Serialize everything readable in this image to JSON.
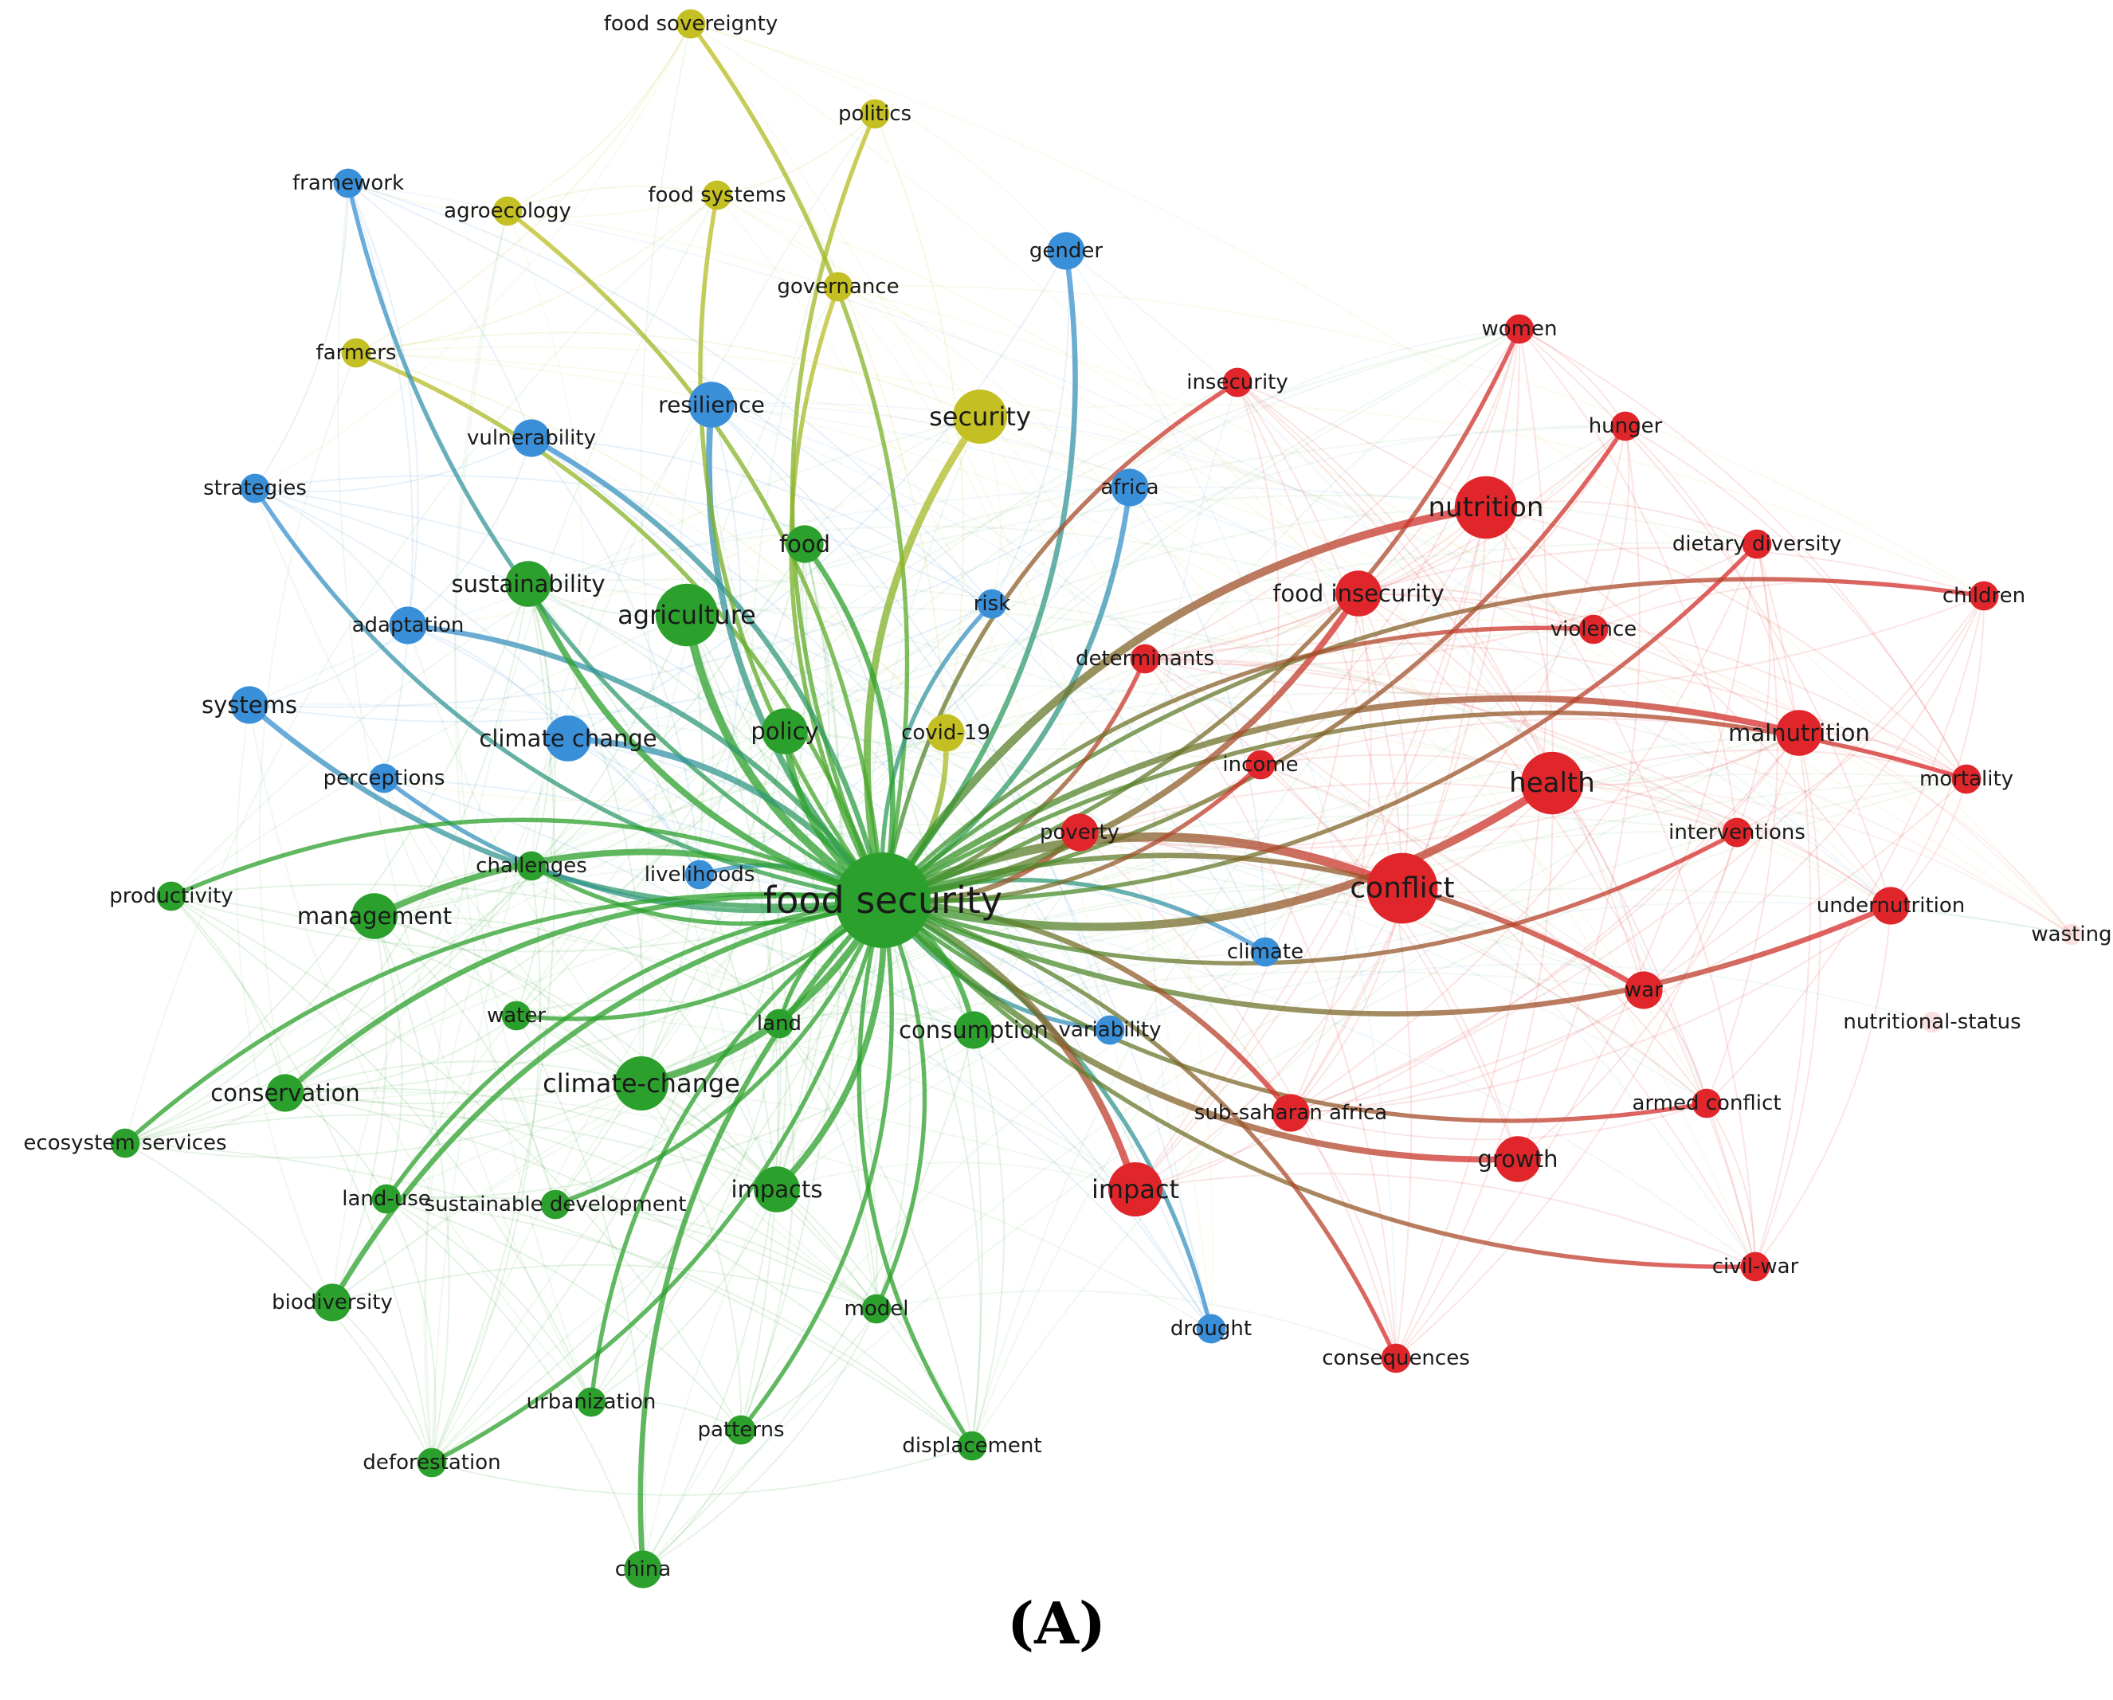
{
  "figure": {
    "panel_label": "(A)",
    "cluster_colors": {
      "green": "#2ca02c",
      "red": "#e0262b",
      "blue": "#3a8fd9",
      "yellow": "#c4bf22",
      "faded": "#f2a7a7"
    },
    "nodes": [
      {
        "id": "food_security",
        "label": "food security",
        "cluster": "green",
        "weight": 10
      },
      {
        "id": "agriculture",
        "label": "agriculture",
        "cluster": "green",
        "weight": 6
      },
      {
        "id": "sustainability",
        "label": "sustainability",
        "cluster": "green",
        "weight": 4
      },
      {
        "id": "food",
        "label": "food",
        "cluster": "green",
        "weight": 3
      },
      {
        "id": "policy",
        "label": "policy",
        "cluster": "green",
        "weight": 4
      },
      {
        "id": "management",
        "label": "management",
        "cluster": "green",
        "weight": 4
      },
      {
        "id": "challenges",
        "label": "challenges",
        "cluster": "green",
        "weight": 2
      },
      {
        "id": "productivity",
        "label": "productivity",
        "cluster": "green",
        "weight": 2
      },
      {
        "id": "water",
        "label": "water",
        "cluster": "green",
        "weight": 2
      },
      {
        "id": "land",
        "label": "land",
        "cluster": "green",
        "weight": 2
      },
      {
        "id": "consumption",
        "label": "consumption",
        "cluster": "green",
        "weight": 3
      },
      {
        "id": "conservation",
        "label": "conservation",
        "cluster": "green",
        "weight": 3
      },
      {
        "id": "climate_change_h",
        "label": "climate-change",
        "cluster": "green",
        "weight": 5
      },
      {
        "id": "ecosystem_services",
        "label": "ecosystem services",
        "cluster": "green",
        "weight": 2
      },
      {
        "id": "impacts",
        "label": "impacts",
        "cluster": "green",
        "weight": 4
      },
      {
        "id": "land_use",
        "label": "land-use",
        "cluster": "green",
        "weight": 2
      },
      {
        "id": "sustainable_development",
        "label": "sustainable development",
        "cluster": "green",
        "weight": 2
      },
      {
        "id": "biodiversity",
        "label": "biodiversity",
        "cluster": "green",
        "weight": 3
      },
      {
        "id": "model",
        "label": "model",
        "cluster": "green",
        "weight": 2
      },
      {
        "id": "urbanization",
        "label": "urbanization",
        "cluster": "green",
        "weight": 2
      },
      {
        "id": "patterns",
        "label": "patterns",
        "cluster": "green",
        "weight": 2
      },
      {
        "id": "displacement",
        "label": "displacement",
        "cluster": "green",
        "weight": 2
      },
      {
        "id": "deforestation",
        "label": "deforestation",
        "cluster": "green",
        "weight": 2
      },
      {
        "id": "china",
        "label": "china",
        "cluster": "green",
        "weight": 3
      },
      {
        "id": "food_sovereignty",
        "label": "food sovereignty",
        "cluster": "yellow",
        "weight": 2
      },
      {
        "id": "politics",
        "label": "politics",
        "cluster": "yellow",
        "weight": 2
      },
      {
        "id": "agroecology",
        "label": "agroecology",
        "cluster": "yellow",
        "weight": 2
      },
      {
        "id": "food_systems",
        "label": "food systems",
        "cluster": "yellow",
        "weight": 2
      },
      {
        "id": "governance",
        "label": "governance",
        "cluster": "yellow",
        "weight": 2
      },
      {
        "id": "farmers",
        "label": "farmers",
        "cluster": "yellow",
        "weight": 2
      },
      {
        "id": "security",
        "label": "security",
        "cluster": "yellow",
        "weight": 5
      },
      {
        "id": "covid19",
        "label": "covid-19",
        "cluster": "yellow",
        "weight": 3
      },
      {
        "id": "framework",
        "label": "framework",
        "cluster": "blue",
        "weight": 2
      },
      {
        "id": "gender",
        "label": "gender",
        "cluster": "blue",
        "weight": 3
      },
      {
        "id": "resilience",
        "label": "resilience",
        "cluster": "blue",
        "weight": 4
      },
      {
        "id": "vulnerability",
        "label": "vulnerability",
        "cluster": "blue",
        "weight": 3
      },
      {
        "id": "strategies",
        "label": "strategies",
        "cluster": "blue",
        "weight": 2
      },
      {
        "id": "africa",
        "label": "africa",
        "cluster": "blue",
        "weight": 3
      },
      {
        "id": "risk",
        "label": "risk",
        "cluster": "blue",
        "weight": 2
      },
      {
        "id": "adaptation",
        "label": "adaptation",
        "cluster": "blue",
        "weight": 3
      },
      {
        "id": "systems",
        "label": "systems",
        "cluster": "blue",
        "weight": 3
      },
      {
        "id": "climate_change",
        "label": "climate change",
        "cluster": "blue",
        "weight": 4
      },
      {
        "id": "perceptions",
        "label": "perceptions",
        "cluster": "blue",
        "weight": 2
      },
      {
        "id": "livelihoods",
        "label": "livelihoods",
        "cluster": "blue",
        "weight": 2
      },
      {
        "id": "climate",
        "label": "climate",
        "cluster": "blue",
        "weight": 2
      },
      {
        "id": "variability",
        "label": "variability",
        "cluster": "blue",
        "weight": 2
      },
      {
        "id": "drought",
        "label": "drought",
        "cluster": "blue",
        "weight": 2
      },
      {
        "id": "women",
        "label": "women",
        "cluster": "red",
        "weight": 2
      },
      {
        "id": "insecurity",
        "label": "insecurity",
        "cluster": "red",
        "weight": 2
      },
      {
        "id": "hunger",
        "label": "hunger",
        "cluster": "red",
        "weight": 2
      },
      {
        "id": "nutrition",
        "label": "nutrition",
        "cluster": "red",
        "weight": 6
      },
      {
        "id": "dietary_diversity",
        "label": "dietary diversity",
        "cluster": "red",
        "weight": 2
      },
      {
        "id": "food_insecurity",
        "label": "food insecurity",
        "cluster": "red",
        "weight": 4
      },
      {
        "id": "violence",
        "label": "violence",
        "cluster": "red",
        "weight": 2
      },
      {
        "id": "children",
        "label": "children",
        "cluster": "red",
        "weight": 2
      },
      {
        "id": "determinants",
        "label": "determinants",
        "cluster": "red",
        "weight": 2
      },
      {
        "id": "malnutrition",
        "label": "malnutrition",
        "cluster": "red",
        "weight": 4
      },
      {
        "id": "income",
        "label": "income",
        "cluster": "red",
        "weight": 2
      },
      {
        "id": "health",
        "label": "health",
        "cluster": "red",
        "weight": 6
      },
      {
        "id": "mortality",
        "label": "mortality",
        "cluster": "red",
        "weight": 2
      },
      {
        "id": "poverty",
        "label": "poverty",
        "cluster": "red",
        "weight": 3
      },
      {
        "id": "interventions",
        "label": "interventions",
        "cluster": "red",
        "weight": 2
      },
      {
        "id": "conflict",
        "label": "conflict",
        "cluster": "red",
        "weight": 7
      },
      {
        "id": "undernutrition",
        "label": "undernutrition",
        "cluster": "red",
        "weight": 3
      },
      {
        "id": "wasting",
        "label": "wasting",
        "cluster": "faded",
        "weight": 1
      },
      {
        "id": "nutritional_status",
        "label": "nutritional-status",
        "cluster": "faded",
        "weight": 1
      },
      {
        "id": "war",
        "label": "war",
        "cluster": "red",
        "weight": 3
      },
      {
        "id": "armed_conflict",
        "label": "armed conflict",
        "cluster": "red",
        "weight": 2
      },
      {
        "id": "sub_saharan_africa",
        "label": "sub-saharan africa",
        "cluster": "red",
        "weight": 3
      },
      {
        "id": "growth",
        "label": "growth",
        "cluster": "red",
        "weight": 4
      },
      {
        "id": "impact",
        "label": "impact",
        "cluster": "red",
        "weight": 5
      },
      {
        "id": "civil_war",
        "label": "civil-war",
        "cluster": "red",
        "weight": 2
      },
      {
        "id": "consequences",
        "label": "consequences",
        "cluster": "red",
        "weight": 2
      }
    ],
    "strong_links": [
      [
        "food_security",
        "agriculture"
      ],
      [
        "food_security",
        "food_sovereignty"
      ],
      [
        "food_security",
        "politics"
      ],
      [
        "food_security",
        "agroecology"
      ],
      [
        "food_security",
        "governance"
      ],
      [
        "food_security",
        "farmers"
      ],
      [
        "food_security",
        "security"
      ],
      [
        "food_security",
        "covid19"
      ],
      [
        "food_security",
        "framework"
      ],
      [
        "food_security",
        "gender"
      ],
      [
        "food_security",
        "resilience"
      ],
      [
        "food_security",
        "vulnerability"
      ],
      [
        "food_security",
        "strategies"
      ],
      [
        "food_security",
        "africa"
      ],
      [
        "food_security",
        "risk"
      ],
      [
        "food_security",
        "adaptation"
      ],
      [
        "food_security",
        "systems"
      ],
      [
        "food_security",
        "climate_change"
      ],
      [
        "food_security",
        "perceptions"
      ],
      [
        "food_security",
        "livelihoods"
      ],
      [
        "food_security",
        "climate"
      ],
      [
        "food_security",
        "variability"
      ],
      [
        "food_security",
        "drought"
      ],
      [
        "food_security",
        "women"
      ],
      [
        "food_security",
        "insecurity"
      ],
      [
        "food_security",
        "hunger"
      ],
      [
        "food_security",
        "nutrition"
      ],
      [
        "food_security",
        "dietary_diversity"
      ],
      [
        "food_security",
        "children"
      ],
      [
        "food_security",
        "determinants"
      ],
      [
        "food_security",
        "malnutrition"
      ],
      [
        "food_security",
        "health"
      ],
      [
        "food_security",
        "mortality"
      ],
      [
        "food_security",
        "poverty"
      ],
      [
        "food_security",
        "conflict"
      ],
      [
        "food_security",
        "undernutrition"
      ],
      [
        "food_security",
        "war"
      ],
      [
        "food_security",
        "armed_conflict"
      ],
      [
        "food_security",
        "sub_saharan_africa"
      ],
      [
        "food_security",
        "growth"
      ],
      [
        "food_security",
        "impact"
      ],
      [
        "food_security",
        "civil_war"
      ],
      [
        "food_security",
        "consequences"
      ],
      [
        "food_security",
        "food_insecurity"
      ],
      [
        "food_security",
        "violence"
      ],
      [
        "food_security",
        "income"
      ],
      [
        "food_security",
        "sustainability"
      ],
      [
        "food_security",
        "food"
      ],
      [
        "food_security",
        "policy"
      ],
      [
        "food_security",
        "management"
      ],
      [
        "food_security",
        "challenges"
      ],
      [
        "food_security",
        "productivity"
      ],
      [
        "food_security",
        "water"
      ],
      [
        "food_security",
        "land"
      ],
      [
        "food_security",
        "consumption"
      ],
      [
        "food_security",
        "conservation"
      ],
      [
        "food_security",
        "climate_change_h"
      ],
      [
        "food_security",
        "ecosystem_services"
      ],
      [
        "food_security",
        "impacts"
      ],
      [
        "food_security",
        "land_use"
      ],
      [
        "food_security",
        "sustainable_development"
      ],
      [
        "food_security",
        "biodiversity"
      ],
      [
        "food_security",
        "model"
      ],
      [
        "food_security",
        "urbanization"
      ],
      [
        "food_security",
        "patterns"
      ],
      [
        "food_security",
        "displacement"
      ],
      [
        "food_security",
        "deforestation"
      ],
      [
        "food_security",
        "china"
      ],
      [
        "food_security",
        "food_systems"
      ],
      [
        "food_security",
        "interventions"
      ]
    ]
  }
}
